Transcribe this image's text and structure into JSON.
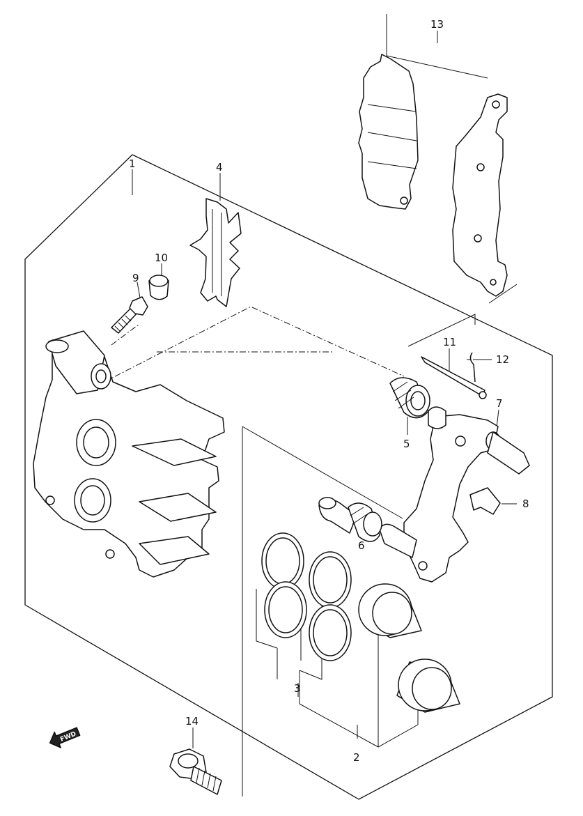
{
  "diagram": {
    "callouts": [
      {
        "id": "1",
        "text": "1"
      },
      {
        "id": "2",
        "text": "2"
      },
      {
        "id": "3",
        "text": "3"
      },
      {
        "id": "4",
        "text": "4"
      },
      {
        "id": "5",
        "text": "5"
      },
      {
        "id": "6",
        "text": "6"
      },
      {
        "id": "7",
        "text": "7"
      },
      {
        "id": "8",
        "text": "8"
      },
      {
        "id": "9",
        "text": "9"
      },
      {
        "id": "10",
        "text": "10"
      },
      {
        "id": "11",
        "text": "11"
      },
      {
        "id": "12",
        "text": "12"
      },
      {
        "id": "13",
        "text": "13"
      },
      {
        "id": "14",
        "text": "14"
      }
    ],
    "fwd_arrow": {
      "text": "FWD"
    }
  }
}
